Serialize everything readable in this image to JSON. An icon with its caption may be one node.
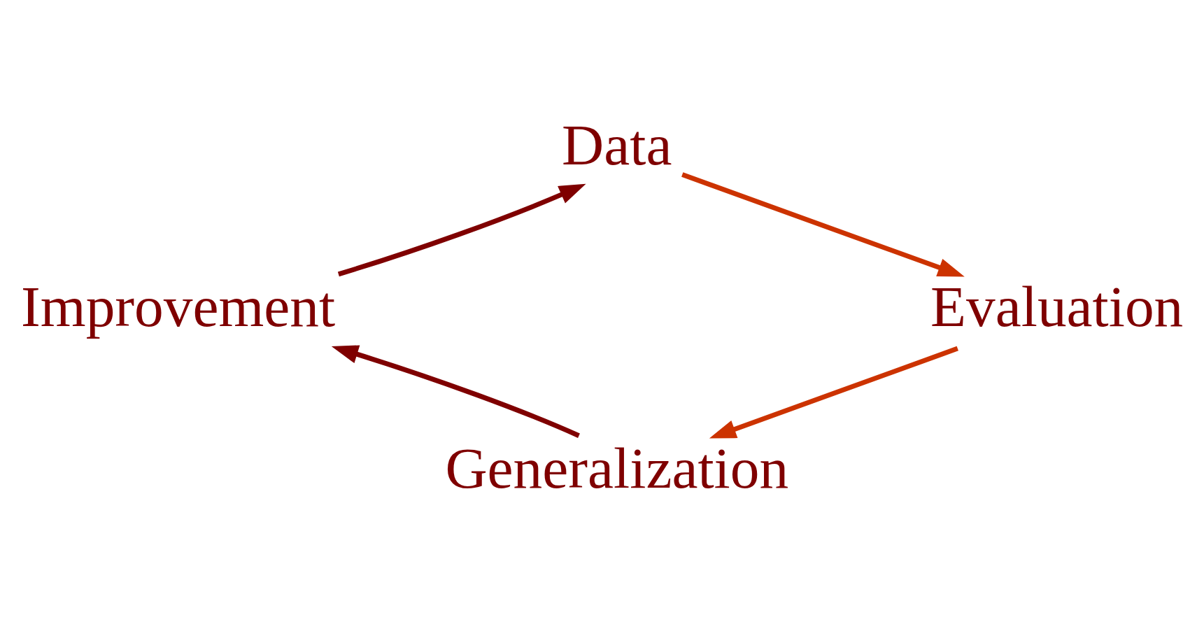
{
  "diagram": {
    "nodes": [
      {
        "text": [
          "Data"
        ]
      },
      {
        "text": [
          "Evaluation"
        ]
      },
      {
        "text": [
          "Generalization"
        ]
      },
      {
        "text": [
          "Improvement"
        ]
      }
    ],
    "edges": [
      {
        "from": 0,
        "to": 1,
        "arrow": "to",
        "color": "#cc3300"
      },
      {
        "from": 1,
        "to": 2,
        "arrow": "to",
        "color": "#cc3300"
      },
      {
        "from": 2,
        "to": 3,
        "arrow": "to",
        "color": "#7f0000"
      },
      {
        "from": 3,
        "to": 0,
        "arrow": "to",
        "color": "#7f0000"
      }
    ]
  }
}
